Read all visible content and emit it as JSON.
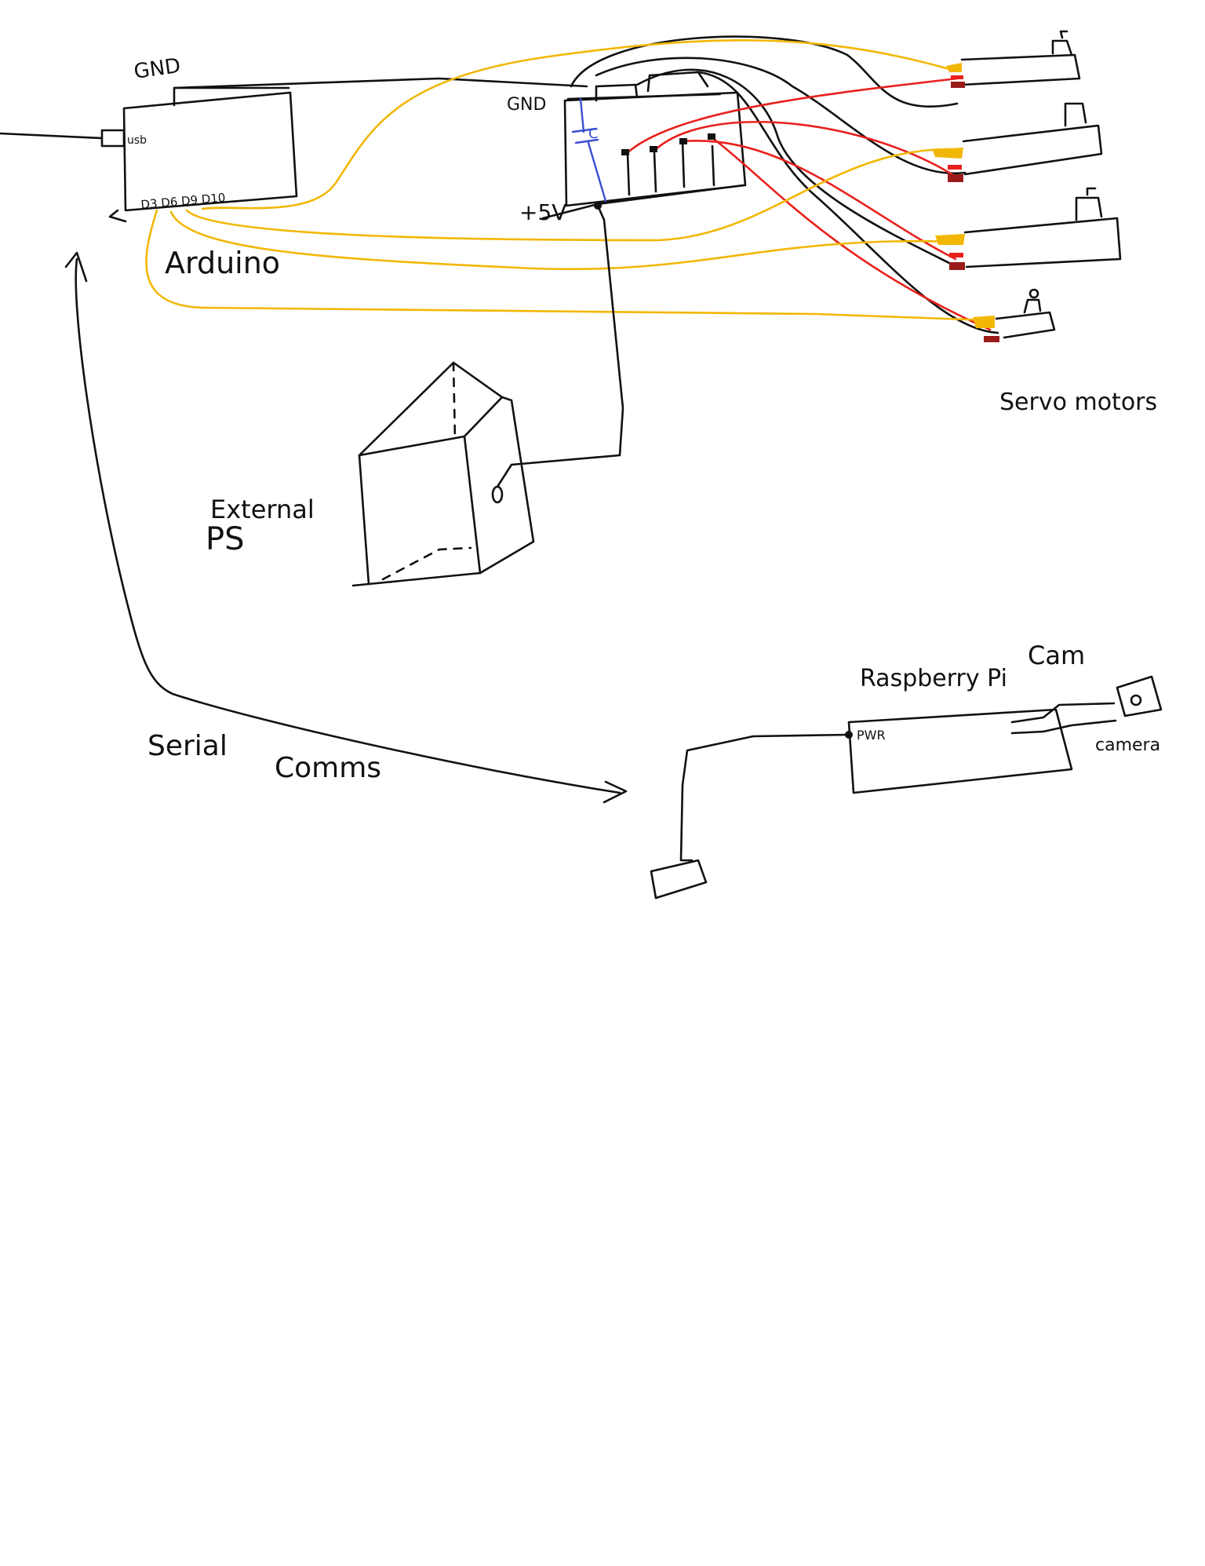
{
  "diagram": {
    "labels": {
      "gnd_arduino": "GND",
      "usb_pin": "usb",
      "pins": "D3 D6 D9 D10",
      "arduino": "Arduino",
      "gnd_rail": "GND",
      "cap": "C",
      "plus5v": "+5V",
      "external": "External",
      "ps": "PS",
      "servo_motors": "Servo motors",
      "serial": "Serial",
      "comms": "Comms",
      "raspberry_pi": "Raspberry Pi",
      "cam": "Cam",
      "pwr": "PWR",
      "camera": "camera"
    },
    "colors": {
      "ink": "#111111",
      "signal_wire": "#f2b705",
      "power_wire": "#e8201c",
      "capacitor": "#3a4fd0",
      "servo_ground_pin": "#9b1b1b"
    }
  }
}
